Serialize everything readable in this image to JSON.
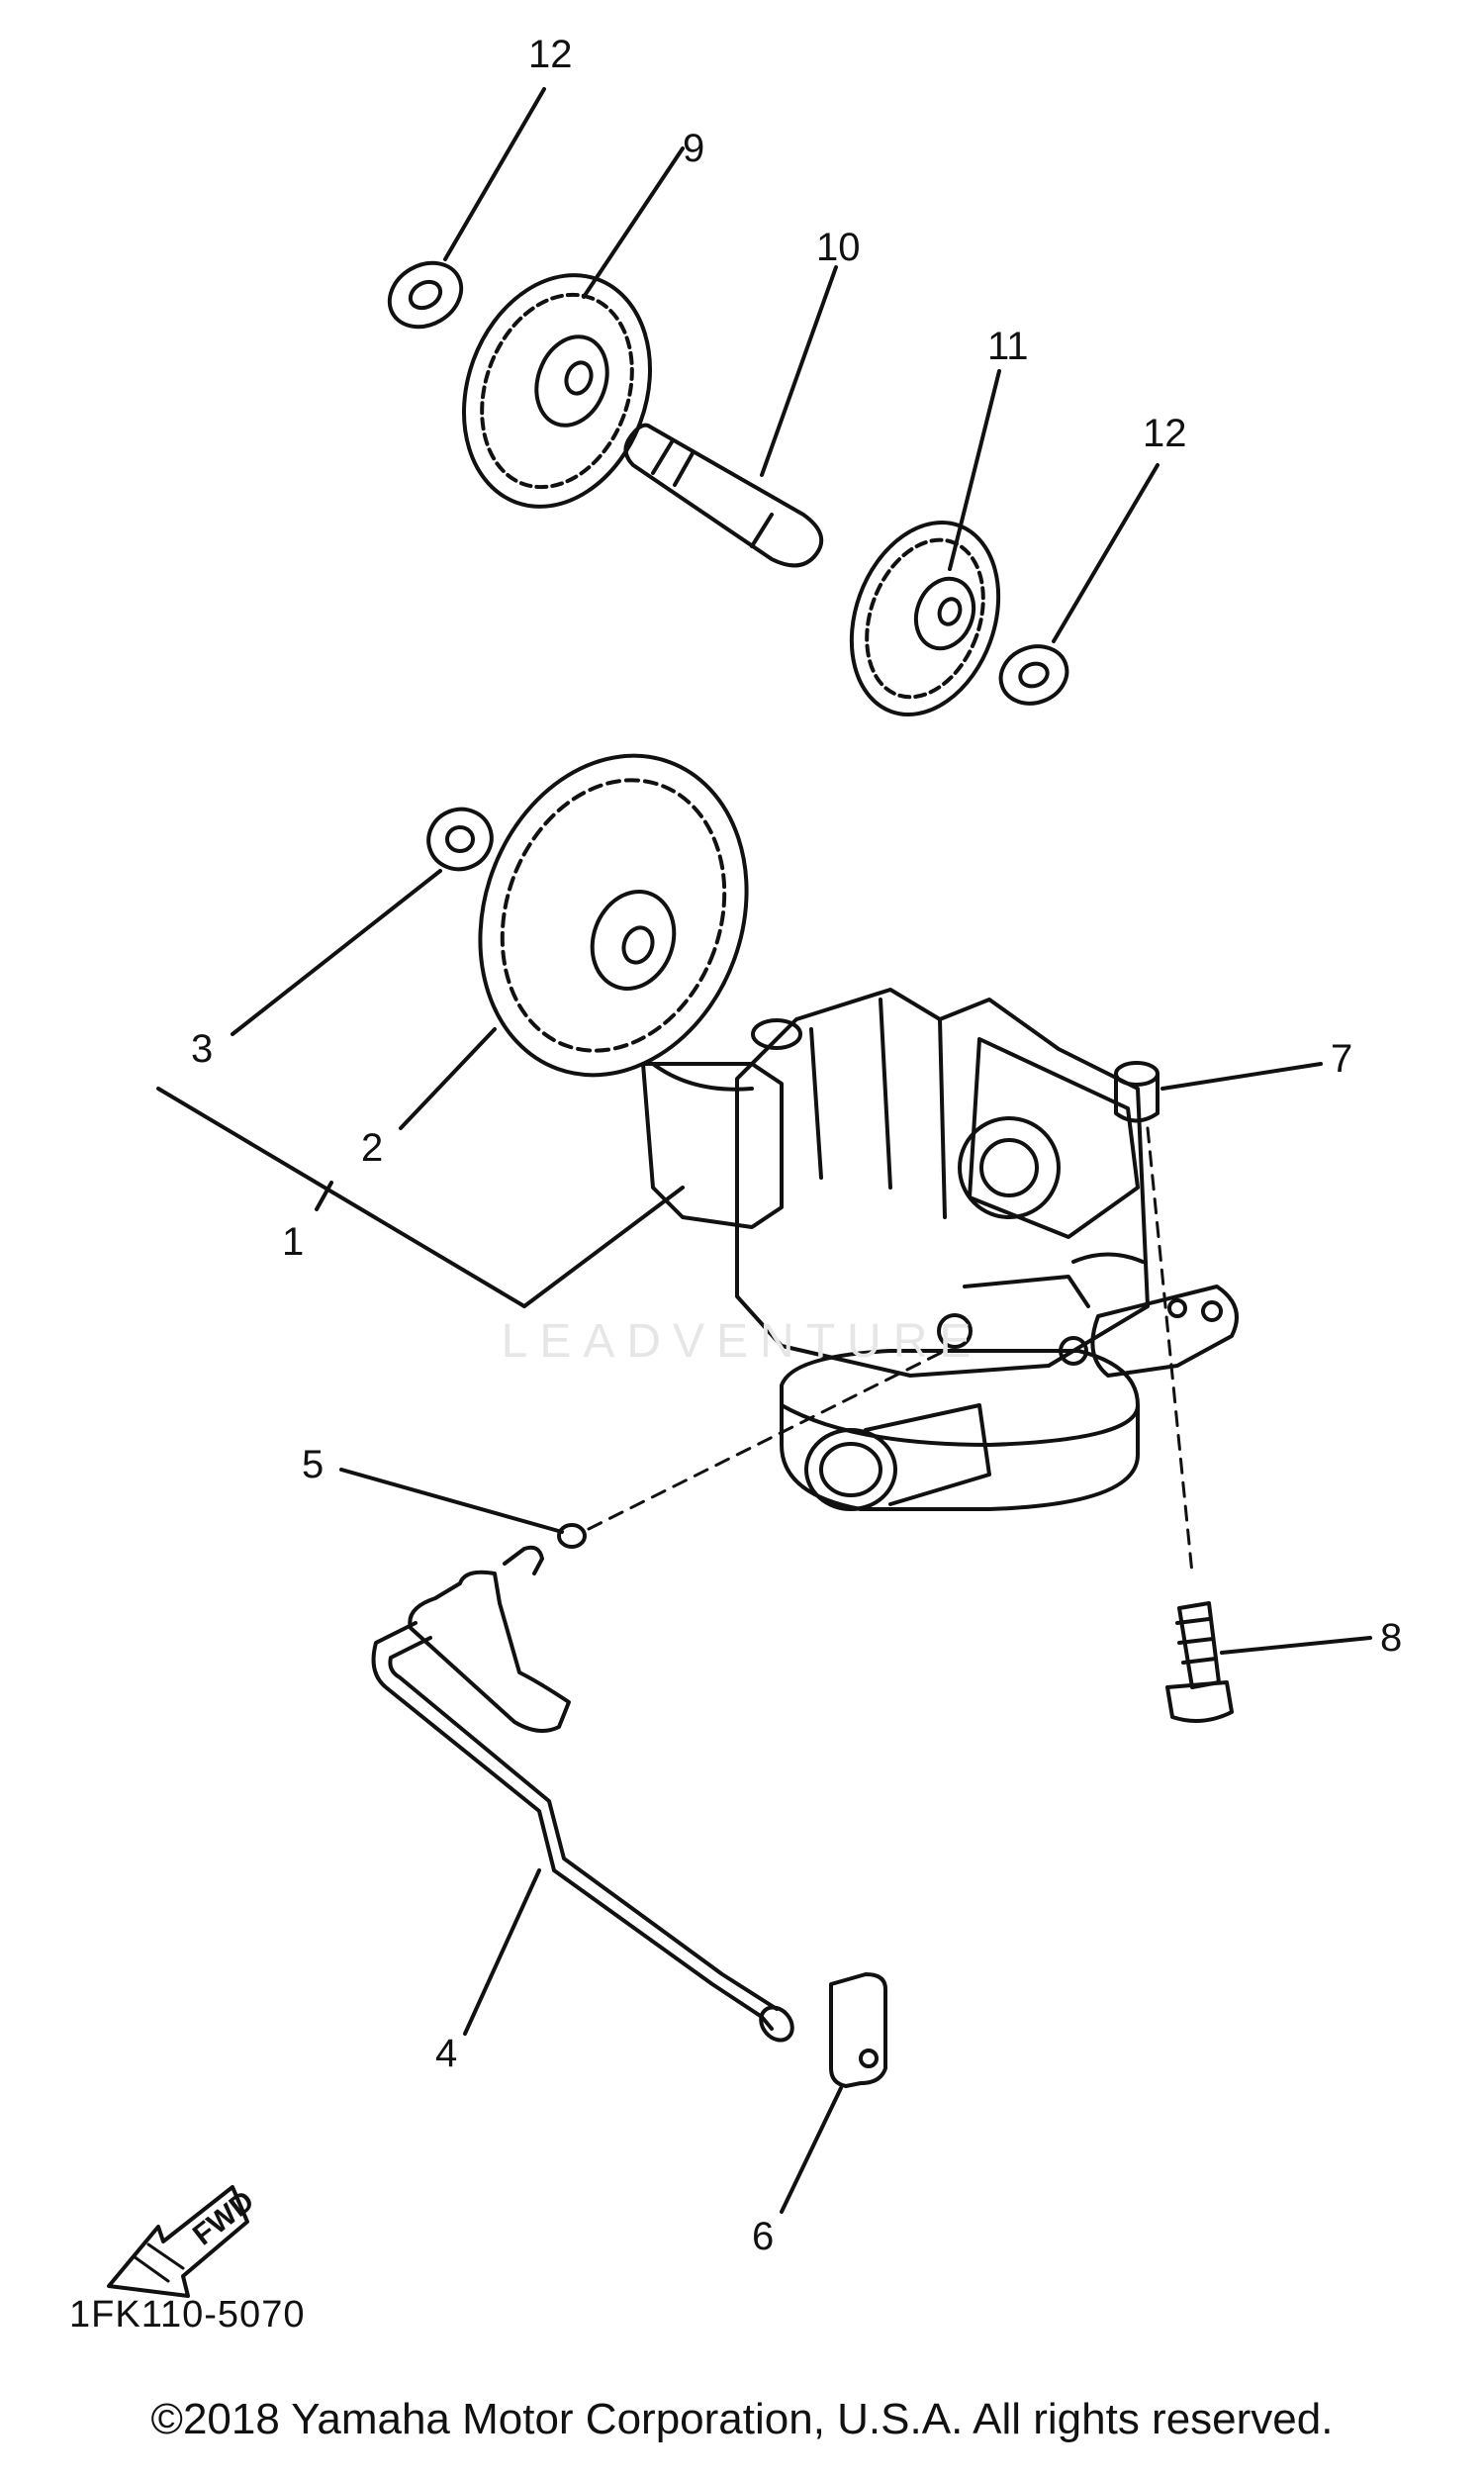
{
  "callouts": [
    {
      "id": "1",
      "label": "1",
      "part": "oil-pump-assy"
    },
    {
      "id": "2",
      "label": "2",
      "part": "large-drive-gear"
    },
    {
      "id": "3",
      "label": "3",
      "part": "circlip"
    },
    {
      "id": "4",
      "label": "4",
      "part": "pump-shaft-lever"
    },
    {
      "id": "5",
      "label": "5",
      "part": "o-ring"
    },
    {
      "id": "6",
      "label": "6",
      "part": "plate"
    },
    {
      "id": "7",
      "label": "7",
      "part": "dowel-collar"
    },
    {
      "id": "8",
      "label": "8",
      "part": "bolt"
    },
    {
      "id": "9",
      "label": "9",
      "part": "gear"
    },
    {
      "id": "10",
      "label": "10",
      "part": "shaft"
    },
    {
      "id": "11",
      "label": "11",
      "part": "gear"
    },
    {
      "id": "12a",
      "label": "12",
      "part": "circlip"
    },
    {
      "id": "12b",
      "label": "12",
      "part": "circlip"
    }
  ],
  "fwd_label": "FWD",
  "diagram_code": "1FK110-5070",
  "watermark": "LEADVENTURE",
  "copyright": "©2018 Yamaha Motor Corporation, U.S.A. All rights reserved.",
  "colors": {
    "line": "#111111",
    "background": "#ffffff",
    "watermark": "#e6e6e6"
  }
}
